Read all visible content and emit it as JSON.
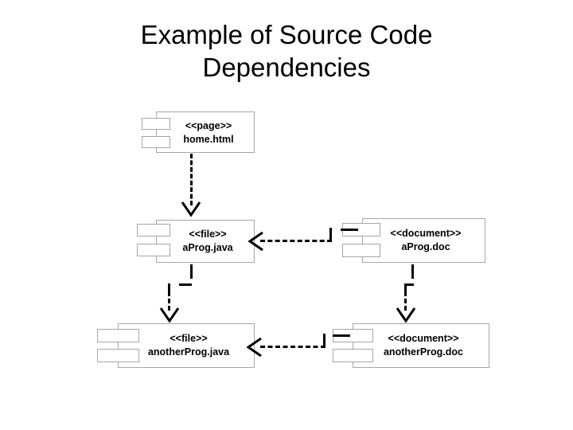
{
  "slide": {
    "title": "Example of Source Code Dependencies",
    "title_line_1": "Example of Source Code",
    "title_line_2": "Dependencies",
    "background_color": "#ffffff",
    "outline_color": "#a6a6a6",
    "text_color": "#000000",
    "arrow_color": "#000000"
  },
  "diagram": {
    "type": "uml-component-dependency-diagram",
    "components": [
      {
        "id": "home-html",
        "stereotype": "<<page>>",
        "name": "home.html",
        "column": "left",
        "row": "top"
      },
      {
        "id": "aprog-java",
        "stereotype": "<<file>>",
        "name": "aProg.java",
        "column": "left",
        "row": "middle"
      },
      {
        "id": "aprog-doc",
        "stereotype": "<<document>>",
        "name": "aProg.doc",
        "column": "right",
        "row": "middle"
      },
      {
        "id": "anotherprog-java",
        "stereotype": "<<file>>",
        "name": "anotherProg.java",
        "column": "left",
        "row": "bottom"
      },
      {
        "id": "anotherprog-doc",
        "stereotype": "<<document>>",
        "name": "anotherProg.doc",
        "column": "right",
        "row": "bottom"
      }
    ],
    "dependencies": [
      {
        "id": "dep-home-to-aprogjava",
        "from": "home.html",
        "to": "aProg.java",
        "style": "dashed",
        "arrowhead": "open",
        "direction": "down"
      },
      {
        "id": "dep-aprogdoc-to-aprogjava",
        "from": "aProg.doc",
        "to": "aProg.java",
        "style": "dashed",
        "arrowhead": "open",
        "direction": "left"
      },
      {
        "id": "dep-aprogjava-to-anotherprogjava",
        "from": "aProg.java",
        "to": "anotherProg.java",
        "style": "dashed",
        "arrowhead": "open",
        "direction": "down"
      },
      {
        "id": "dep-aprogdoc-to-anotherprogdoc",
        "from": "aProg.doc",
        "to": "anotherProg.doc",
        "style": "dashed",
        "arrowhead": "open",
        "direction": "down"
      },
      {
        "id": "dep-anotherprogdoc-to-anotherprogjava",
        "from": "anotherProg.doc",
        "to": "anotherProg.java",
        "style": "dashed",
        "arrowhead": "open",
        "direction": "left"
      }
    ]
  }
}
